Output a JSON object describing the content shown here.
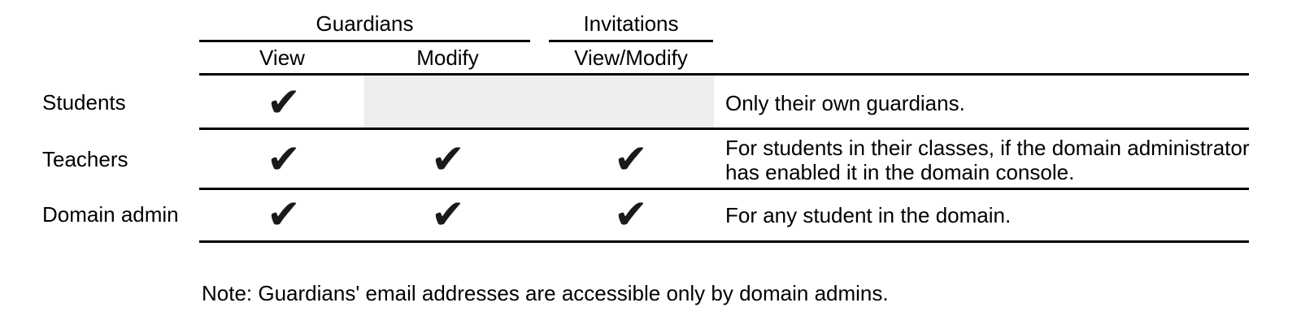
{
  "table": {
    "column_groups": [
      {
        "label": "Guardians"
      },
      {
        "label": "Invitations"
      }
    ],
    "columns": [
      {
        "label": "View",
        "group": "Guardians"
      },
      {
        "label": "Modify",
        "group": "Guardians"
      },
      {
        "label": "View/Modify",
        "group": "Invitations"
      }
    ],
    "rows": [
      {
        "label": "Students",
        "permissions": {
          "view": true,
          "modify": false,
          "view_modify": false
        },
        "shaded": true,
        "note": "Only their own guardians."
      },
      {
        "label": "Teachers",
        "permissions": {
          "view": true,
          "modify": true,
          "view_modify": true
        },
        "shaded": false,
        "note": "For students in their classes, if the domain administrator has enabled it in the domain console."
      },
      {
        "label": "Domain admin",
        "permissions": {
          "view": true,
          "modify": true,
          "view_modify": true
        },
        "shaded": false,
        "note": "For any student in the domain."
      }
    ]
  },
  "footnote": "Note: Guardians' email addresses are accessible only by domain admins.",
  "icons": {
    "check": "✔"
  },
  "colors": {
    "text": "#000000",
    "line": "#000000",
    "shaded_cell": "#eeeeee",
    "check": "#1a1a1a"
  }
}
